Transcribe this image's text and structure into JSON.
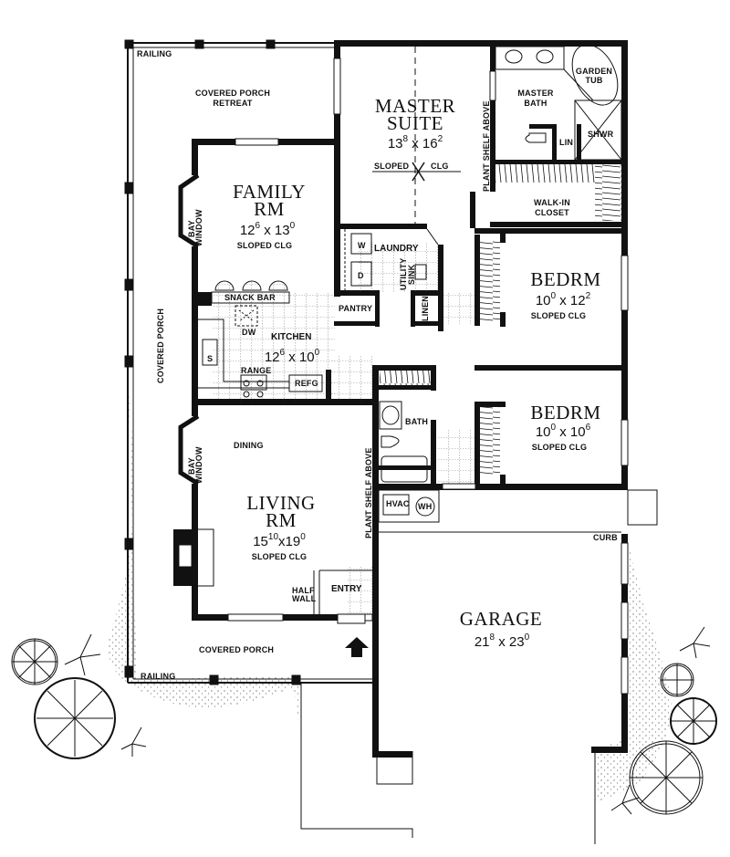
{
  "colors": {
    "wall": "#111111",
    "paper": "#ffffff",
    "ink": "#111111",
    "stipple": "#555555"
  },
  "labels": {
    "railing_top": "RAILING",
    "railing_bottom": "RAILING",
    "covered_porch_retreat_1": "COVERED PORCH",
    "covered_porch_retreat_2": "RETREAT",
    "covered_porch_side": "COVERED PORCH",
    "covered_porch_front": "COVERED PORCH",
    "bay_window_1": "BAY",
    "bay_window_2": "WINDOW",
    "bay_window_b1": "BAY",
    "bay_window_b2": "WINDOW",
    "snack_bar": "SNACK BAR",
    "dw": "DW",
    "kitchen": "KITCHEN",
    "sink": "S",
    "range": "RANGE",
    "refg": "REFG",
    "laundry": "LAUNDRY",
    "washer": "W",
    "dryer": "D",
    "utility_sink_1": "UTILITY",
    "utility_sink_2": "SINK",
    "pantry": "PANTRY",
    "linen": "LINEN",
    "plant_shelf_1": "PLANT SHELF ABOVE",
    "plant_shelf_2": "PLANT SHELF ABOVE",
    "master_bath_1": "MASTER",
    "master_bath_2": "BATH",
    "garden_tub_1": "GARDEN",
    "garden_tub_2": "TUB",
    "lin": "LIN",
    "shwr": "SHWR",
    "walk_in_1": "WALK-IN",
    "walk_in_2": "CLOSET",
    "sloped": "SLOPED",
    "clg": "CLG",
    "bath": "BATH",
    "hvac": "HVAC",
    "wh": "WH",
    "curb": "CURB",
    "dining": "DINING",
    "half_wall_1": "HALF",
    "half_wall_2": "WALL",
    "entry": "ENTRY"
  },
  "rooms": {
    "master": {
      "name_1": "MASTER",
      "name_2": "SUITE",
      "w": "13",
      "w_in": "8",
      "x": " x ",
      "d": "16",
      "d_in": "2"
    },
    "family": {
      "name_1": "FAMILY",
      "name_2": "RM",
      "w": "12",
      "w_in": "6",
      "x": " x ",
      "d": "13",
      "d_in": "0",
      "note": "SLOPED CLG"
    },
    "kitchen": {
      "w": "12",
      "w_in": "6",
      "x": " x ",
      "d": "10",
      "d_in": "0"
    },
    "bedrm1": {
      "name": "BEDRM",
      "w": "10",
      "w_in": "0",
      "x": " x ",
      "d": "12",
      "d_in": "2",
      "note": "SLOPED CLG"
    },
    "bedrm2": {
      "name": "BEDRM",
      "w": "10",
      "w_in": "0",
      "x": " x ",
      "d": "10",
      "d_in": "6",
      "note": "SLOPED CLG"
    },
    "living": {
      "name_1": "LIVING",
      "name_2": "RM",
      "w": "15",
      "w_in": "10",
      "x": "x",
      "d": "19",
      "d_in": "0",
      "note": "SLOPED CLG"
    },
    "garage": {
      "name": "GARAGE",
      "w": "21",
      "w_in": "8",
      "x": " x ",
      "d": "23",
      "d_in": "0"
    }
  }
}
